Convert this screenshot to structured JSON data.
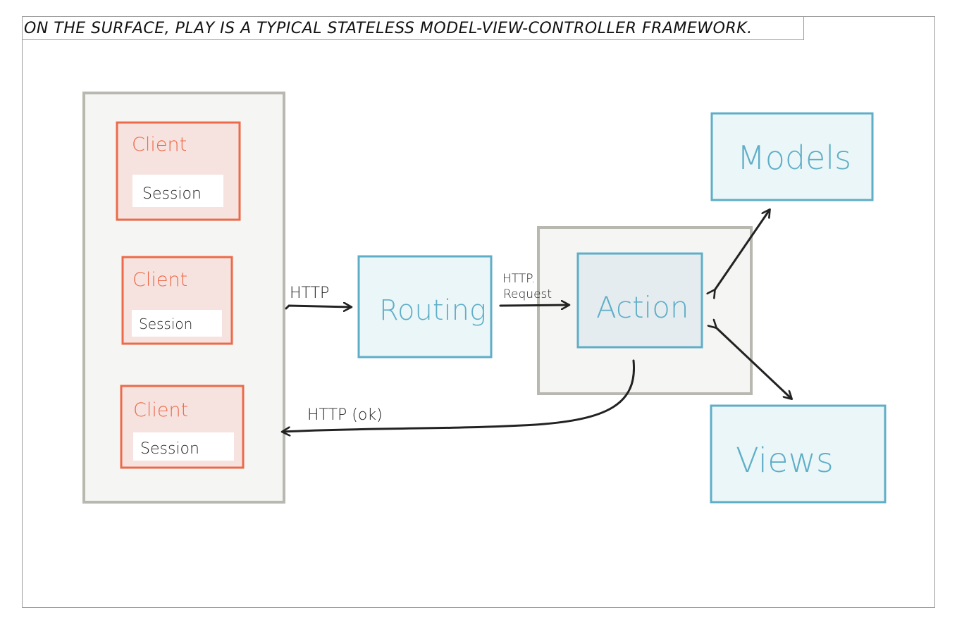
{
  "caption": "On the surface, Play is a typical stateless model-view-controller framework.",
  "clients": [
    {
      "label": "Client",
      "session_label": "Session"
    },
    {
      "label": "Client",
      "session_label": "Session"
    },
    {
      "label": "Client",
      "session_label": "Session"
    }
  ],
  "routing": {
    "label": "Routing"
  },
  "action": {
    "label": "Action"
  },
  "models": {
    "label": "Models"
  },
  "views": {
    "label": "Views"
  },
  "edges": {
    "http": "HTTP",
    "http_request_line1": "HTTP.",
    "http_request_line2": "Request",
    "http_ok": "HTTP (ok)"
  },
  "colors": {
    "client_stroke": "#ec6a4a",
    "client_fill": "#f6e3df",
    "blue_stroke": "#5faec7",
    "blue_fill": "#eaf6f8",
    "action_fill": "#e4ecef",
    "container_stroke": "#b8b8b0",
    "container_fill": "#f5f5f3",
    "arrow": "#222222"
  }
}
